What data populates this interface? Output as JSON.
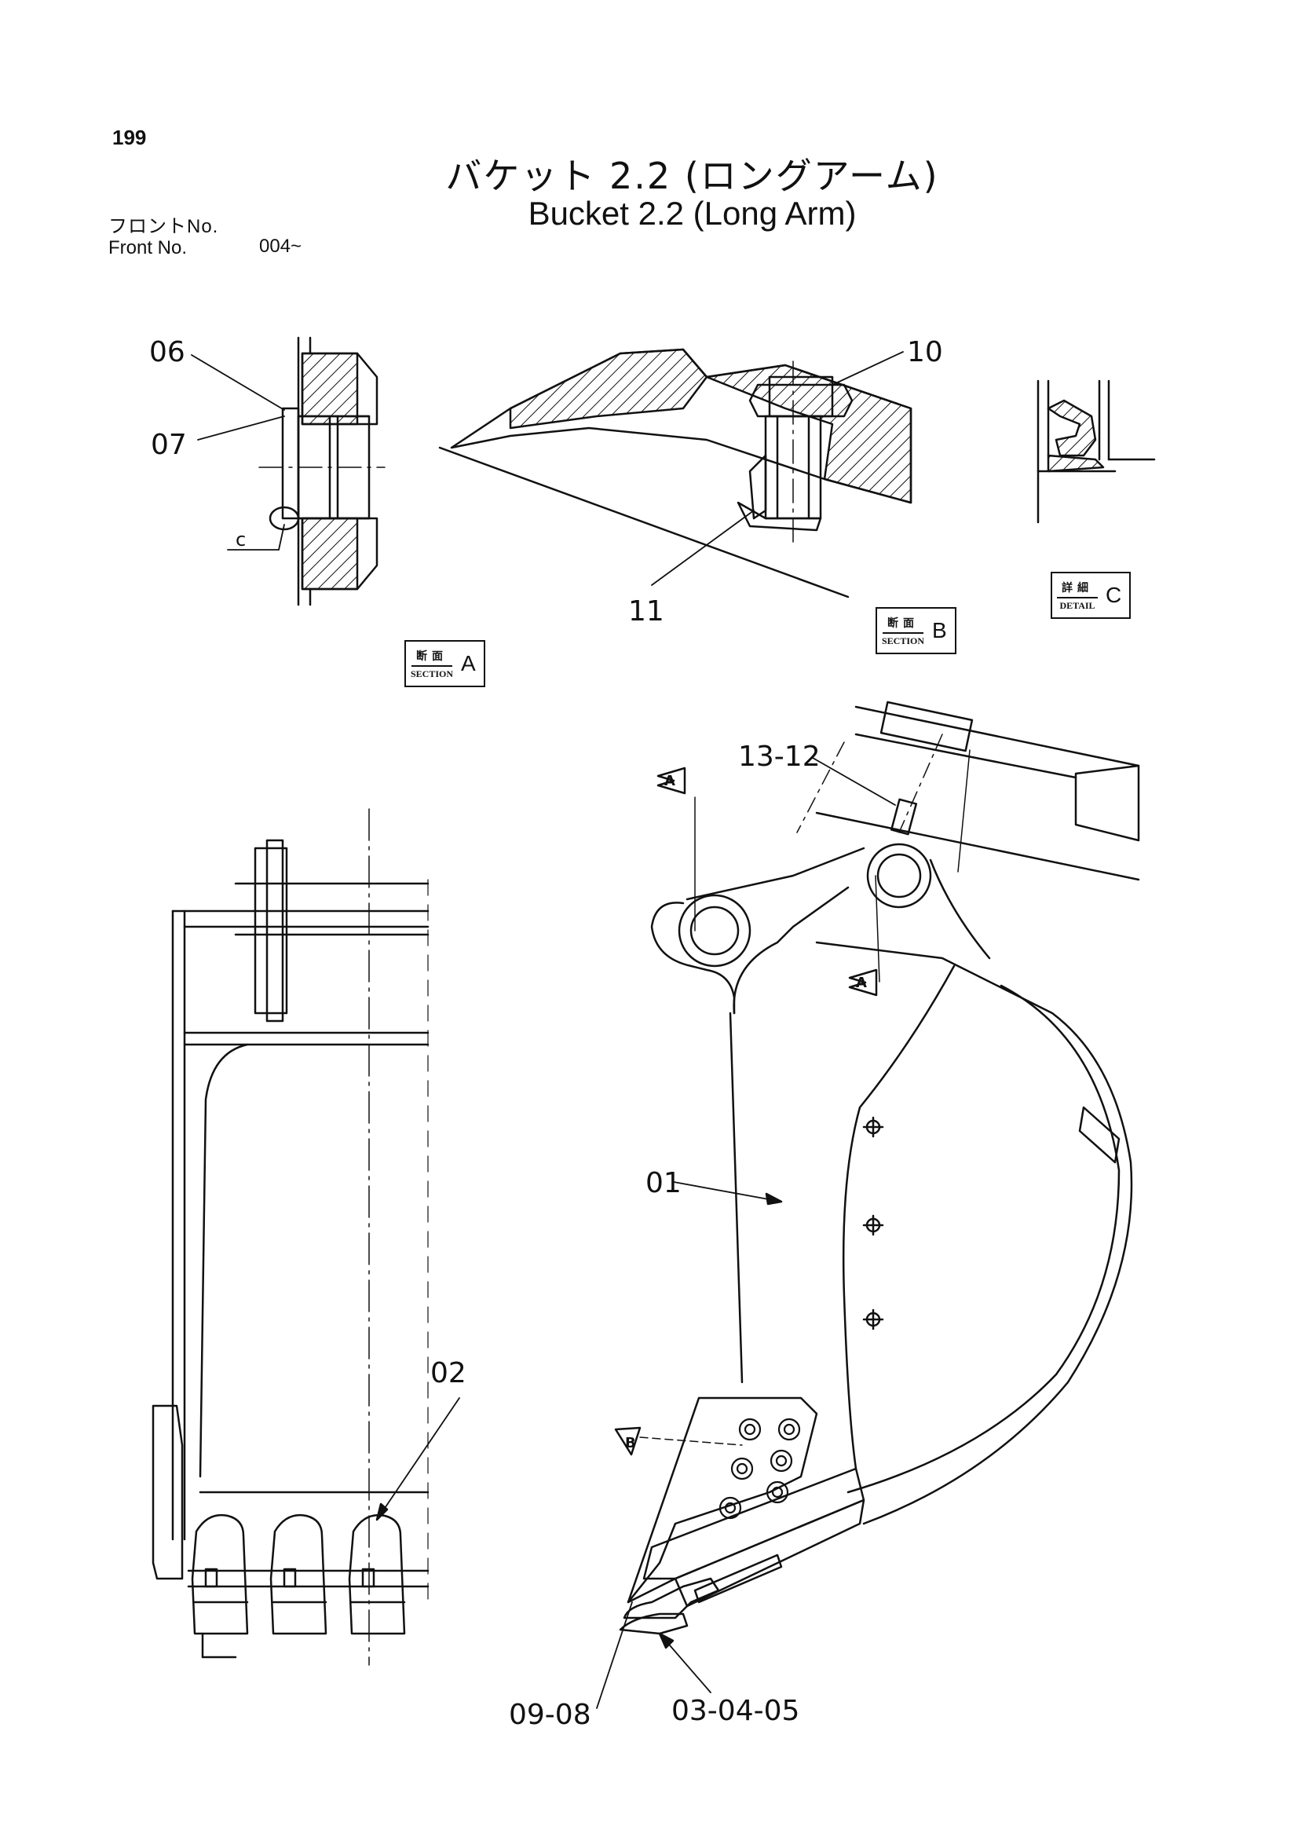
{
  "header": {
    "page_number": "199",
    "title_jp": "バケット 2.2 (ロングアーム)",
    "title_en": "Bucket 2.2 (Long Arm)",
    "front_label_jp": "フロントNo.",
    "front_label_en": "Front No.",
    "front_value": "004~"
  },
  "tags": {
    "section_a": {
      "kanji": "断面",
      "word": "SECTION",
      "letter": "A"
    },
    "section_b": {
      "kanji": "断面",
      "word": "SECTION",
      "letter": "B"
    },
    "detail_c": {
      "kanji": "詳細",
      "word": "DETAIL",
      "letter": "C"
    }
  },
  "callouts": {
    "p06": "06",
    "p07": "07",
    "c_mark": "c",
    "p10": "10",
    "p11": "11",
    "p13_12": "13-12",
    "arrow_a_top": "A",
    "arrow_a_mid": "A",
    "arrow_b": "B",
    "p01": "01",
    "p02": "02",
    "p09_08": "09-08",
    "p03_04_05": "03-04-05"
  }
}
